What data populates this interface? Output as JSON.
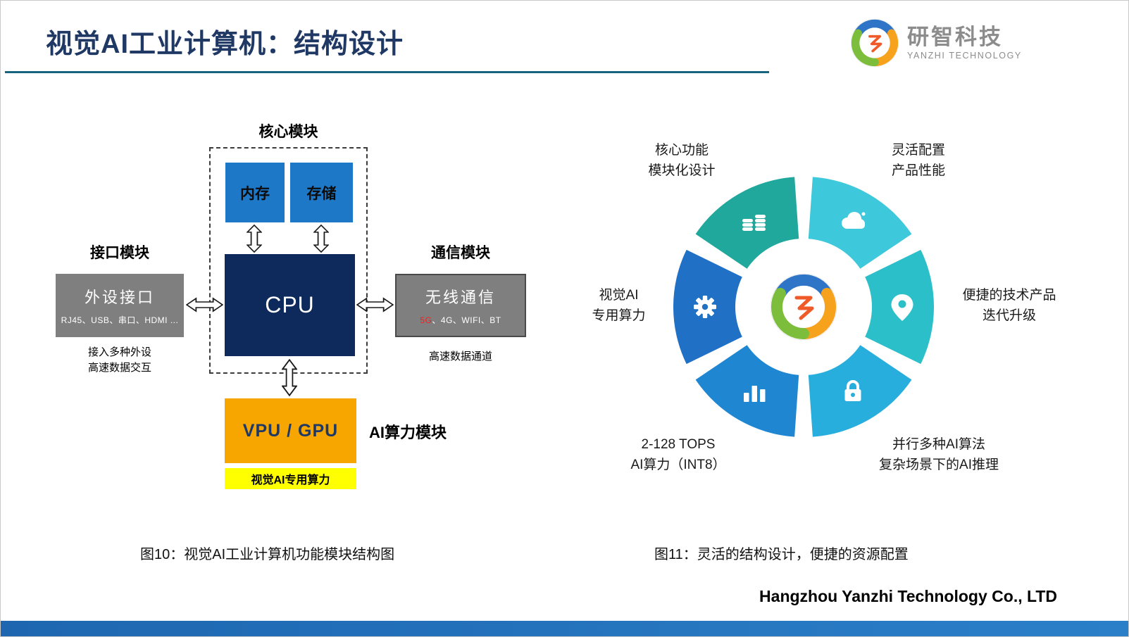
{
  "slide": {
    "title": "视觉AI工业计算机：结构设计",
    "footer": "Hangzhou Yanzhi Technology Co., LTD"
  },
  "logo": {
    "name_cn": "研智科技",
    "name_en": "YANZHI TECHNOLOGY"
  },
  "figure10": {
    "caption": "图10：视觉AI工业计算机功能模块结构图",
    "core_module_label": "核心模块",
    "memory": "内存",
    "storage": "存储",
    "cpu": "CPU",
    "interface_module_label": "接口模块",
    "peripheral_title": "外设接口",
    "peripheral_sub": "RJ45、USB、串口、HDMI ...",
    "peripheral_note1": "接入多种外设",
    "peripheral_note2": "高速数据交互",
    "comm_module_label": "通信模块",
    "wireless_title": "无线通信",
    "wireless_sub_5g": "5G",
    "wireless_sub_rest": "、4G、WIFI、BT",
    "comm_note": "高速数据通道",
    "vpu": "VPU / GPU",
    "ai_module_label": "AI算力模块",
    "ai_highlight": "视觉AI专用算力",
    "colors": {
      "module_blue": "#1E78C8",
      "cpu_navy": "#0E2A5C",
      "gray_box": "#7F7F7F",
      "vpu_orange": "#F7A600",
      "highlight_yellow": "#FFFF00",
      "red_5g": "#FF1A1A"
    }
  },
  "figure11": {
    "caption": "图11：灵活的结构设计，便捷的资源配置",
    "labels": {
      "top_left": [
        "核心功能",
        "模块化设计"
      ],
      "top_right": [
        "灵活配置",
        "产品性能"
      ],
      "left": [
        "视觉AI",
        "专用算力"
      ],
      "right": [
        "便捷的技术产品",
        "迭代升级"
      ],
      "bottom_left": [
        "2-128 TOPS",
        "AI算力（INT8）"
      ],
      "bottom_right": [
        "并行多种AI算法",
        "复杂场景下的AI推理"
      ]
    },
    "segments": [
      {
        "name": "modular-design",
        "icon": "coins-icon",
        "color": "#1FA89B"
      },
      {
        "name": "flexible-config",
        "icon": "cloud-icon",
        "color": "#3EC8DB"
      },
      {
        "name": "tech-iteration",
        "icon": "location-pin-icon",
        "color": "#2BC0C9"
      },
      {
        "name": "ai-inference",
        "icon": "lock-icon",
        "color": "#28AEDC"
      },
      {
        "name": "ai-tops",
        "icon": "bar-chart-icon",
        "color": "#1F86D2"
      },
      {
        "name": "vision-ai",
        "icon": "gear-icon",
        "color": "#2070C5"
      }
    ]
  }
}
